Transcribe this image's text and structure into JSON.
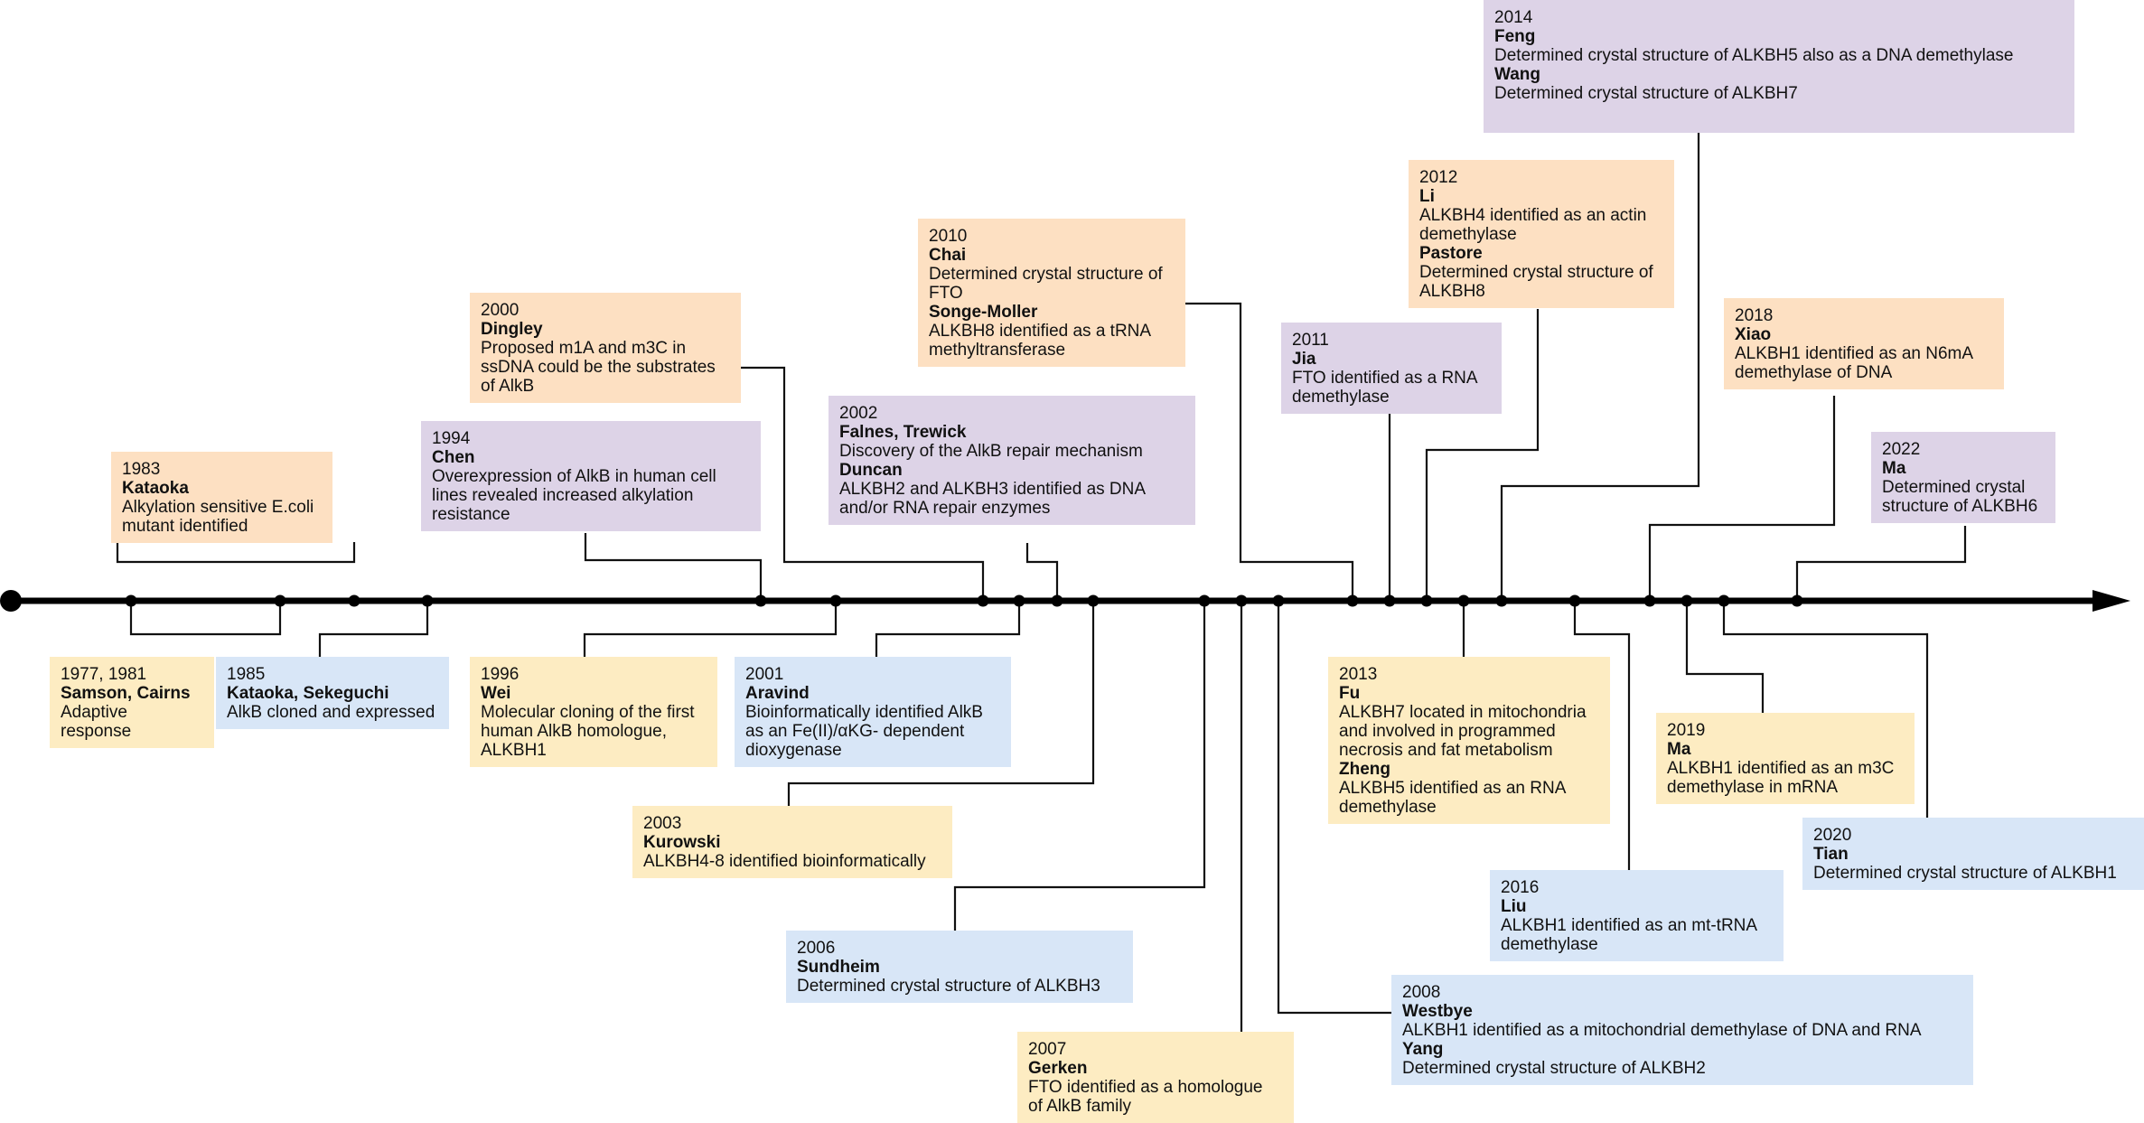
{
  "colors": {
    "orange": "#fde0c2",
    "yellow": "#fdecc2",
    "blue": "#d8e6f7",
    "purple": "#ddd3e7",
    "line": "#111111"
  },
  "events": [
    {
      "id": "e1977",
      "year": "1977, 1981",
      "color": "yellow",
      "entries": [
        {
          "author": "Samson, Cairns",
          "text": "Adaptive response"
        }
      ]
    },
    {
      "id": "e1983",
      "year": "1983",
      "color": "orange",
      "entries": [
        {
          "author": "Kataoka",
          "text": "Alkylation sensitive E.coli mutant identified"
        }
      ]
    },
    {
      "id": "e1985",
      "year": "1985",
      "color": "blue",
      "entries": [
        {
          "author": "Kataoka, Sekeguchi",
          "text": "AlkB cloned and expressed"
        }
      ]
    },
    {
      "id": "e1994",
      "year": "1994",
      "color": "purple",
      "entries": [
        {
          "author": "Chen",
          "text": "Overexpression of AlkB in human cell lines revealed increased alkylation resistance"
        }
      ]
    },
    {
      "id": "e1996",
      "year": "1996",
      "color": "yellow",
      "entries": [
        {
          "author": "Wei",
          "text": "Molecular cloning of the first human AlkB homologue, ALKBH1"
        }
      ]
    },
    {
      "id": "e2000",
      "year": "2000",
      "color": "orange",
      "entries": [
        {
          "author": "Dingley",
          "text": "Proposed m1A and m3C in ssDNA could be the substrates of AlkB"
        }
      ]
    },
    {
      "id": "e2001",
      "year": "2001",
      "color": "blue",
      "entries": [
        {
          "author": "Aravind",
          "text": "Bioinformatically identified AlkB as an Fe(II)/αKG- dependent dioxygenase"
        }
      ]
    },
    {
      "id": "e2002",
      "year": "2002",
      "color": "purple",
      "entries": [
        {
          "author": "Falnes, Trewick",
          "text": "Discovery of the AlkB repair mechanism"
        },
        {
          "author": "Duncan",
          "text": "ALKBH2 and ALKBH3 identified as DNA and/or RNA repair enzymes"
        }
      ]
    },
    {
      "id": "e2003",
      "year": "2003",
      "color": "yellow",
      "entries": [
        {
          "author": "Kurowski",
          "text": "ALKBH4-8 identified bioinformatically"
        }
      ]
    },
    {
      "id": "e2006",
      "year": "2006",
      "color": "blue",
      "entries": [
        {
          "author": "Sundheim",
          "text": "Determined crystal structure of ALKBH3"
        }
      ]
    },
    {
      "id": "e2007",
      "year": "2007",
      "color": "yellow",
      "entries": [
        {
          "author": "Gerken",
          "text": "FTO identified as a homologue of AlkB family"
        }
      ]
    },
    {
      "id": "e2008",
      "year": "2008",
      "color": "blue",
      "entries": [
        {
          "author": "Westbye",
          "text": "ALKBH1 identified as a mitochondrial demethylase of DNA and RNA"
        },
        {
          "author": "Yang",
          "text": "Determined crystal structure of ALKBH2"
        }
      ]
    },
    {
      "id": "e2010",
      "year": "2010",
      "color": "orange",
      "entries": [
        {
          "author": "Chai",
          "text": "Determined crystal structure of FTO"
        },
        {
          "author": "Songe-Moller",
          "text": "ALKBH8 identified as a tRNA methyltransferase"
        }
      ]
    },
    {
      "id": "e2011",
      "year": "2011",
      "color": "purple",
      "entries": [
        {
          "author": "Jia",
          "text": "FTO identified as a RNA demethylase"
        }
      ]
    },
    {
      "id": "e2012",
      "year": "2012",
      "color": "orange",
      "entries": [
        {
          "author": "Li",
          "text": "ALKBH4 identified as an actin demethylase"
        },
        {
          "author": "Pastore",
          "text": "Determined crystal structure of ALKBH8"
        }
      ]
    },
    {
      "id": "e2013",
      "year": "2013",
      "color": "yellow",
      "entries": [
        {
          "author": "Fu",
          "text": "ALKBH7 located in mitochondria and involved in programmed necrosis and fat metabolism"
        },
        {
          "author": "Zheng",
          "text": "ALKBH5 identified as an RNA demethylase"
        }
      ]
    },
    {
      "id": "e2014",
      "year": "2014",
      "color": "purple",
      "entries": [
        {
          "author": "Feng",
          "text": "Determined crystal structure of ALKBH5 also as a DNA demethylase"
        },
        {
          "author": "Wang",
          "text": "Determined crystal structure of ALKBH7"
        }
      ]
    },
    {
      "id": "e2016",
      "year": "2016",
      "color": "blue",
      "entries": [
        {
          "author": "Liu",
          "text": "ALKBH1 identified as an mt-tRNA demethylase"
        }
      ]
    },
    {
      "id": "e2018",
      "year": "2018",
      "color": "orange",
      "entries": [
        {
          "author": "Xiao",
          "text": "ALKBH1 identified as an N6mA demethylase of DNA"
        }
      ]
    },
    {
      "id": "e2019",
      "year": "2019",
      "color": "yellow",
      "entries": [
        {
          "author": "Ma",
          "text": "ALKBH1 identified as an m3C demethylase in mRNA"
        }
      ]
    },
    {
      "id": "e2020",
      "year": "2020",
      "color": "blue",
      "entries": [
        {
          "author": "Tian",
          "text": "Determined crystal structure of ALKBH1"
        }
      ]
    },
    {
      "id": "e2022",
      "year": "2022",
      "color": "purple",
      "entries": [
        {
          "author": "Ma",
          "text": "Determined crystal structure of ALKBH6"
        }
      ]
    }
  ]
}
